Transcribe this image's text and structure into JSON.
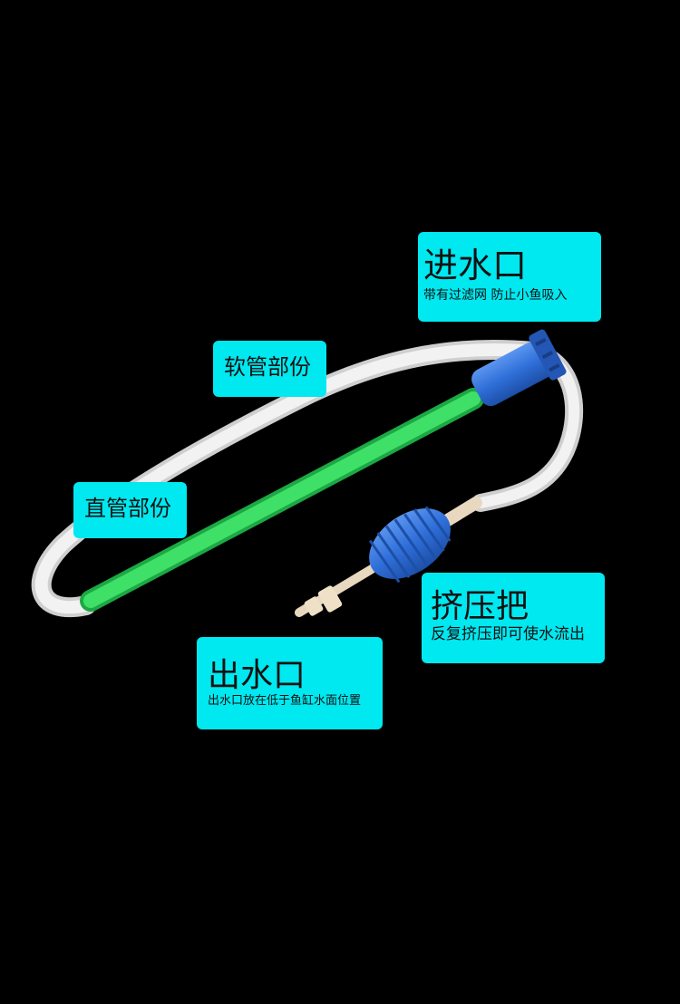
{
  "colors": {
    "background": "#000000",
    "label_bg": "#00E8F0",
    "label_text": "#111111",
    "green_tube": "#2FD65A",
    "blue_parts": "#2F6FD8",
    "white_hose": "#E6E6E6"
  },
  "labels": {
    "inlet": {
      "title": "进水口",
      "subtitle": "带有过滤网 防止小鱼吸入"
    },
    "hose": {
      "title": "软管部份"
    },
    "straight": {
      "title": "直管部份"
    },
    "squeeze": {
      "title": "挤压把",
      "subtitle": "反复挤压即可使水流出"
    },
    "outlet": {
      "title": "出水口",
      "subtitle": "出水口放在低于鱼缸水面位置"
    }
  }
}
